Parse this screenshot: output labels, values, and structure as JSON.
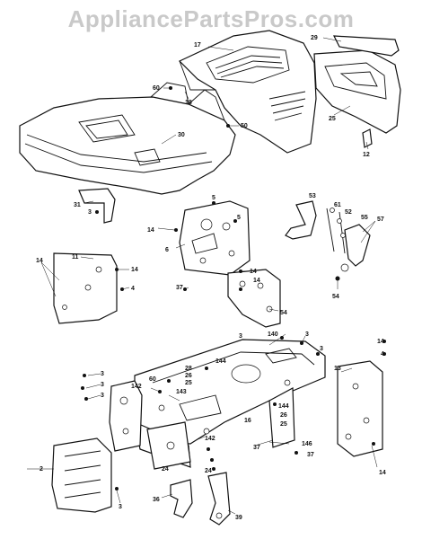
{
  "watermark": "AppliancePartsPros.com",
  "callouts": [
    {
      "id": "c17",
      "text": "17"
    },
    {
      "id": "c29",
      "text": "29"
    },
    {
      "id": "c60",
      "text": "60"
    },
    {
      "id": "c18",
      "text": "18"
    },
    {
      "id": "c25",
      "text": "25"
    },
    {
      "id": "c50",
      "text": "50"
    },
    {
      "id": "c30",
      "text": "30"
    },
    {
      "id": "c12",
      "text": "12"
    },
    {
      "id": "c31",
      "text": "31"
    },
    {
      "id": "c3a",
      "text": "3"
    },
    {
      "id": "c5a",
      "text": "5"
    },
    {
      "id": "c14a",
      "text": "14"
    },
    {
      "id": "c5b",
      "text": "5"
    },
    {
      "id": "c6",
      "text": "6"
    },
    {
      "id": "c53",
      "text": "53"
    },
    {
      "id": "c61",
      "text": "61"
    },
    {
      "id": "c52",
      "text": "52"
    },
    {
      "id": "c55",
      "text": "55"
    },
    {
      "id": "c57",
      "text": "57"
    },
    {
      "id": "c14b",
      "text": "14"
    },
    {
      "id": "c11",
      "text": "11"
    },
    {
      "id": "c14c",
      "text": "14"
    },
    {
      "id": "c4a",
      "text": "4"
    },
    {
      "id": "c37a",
      "text": "37"
    },
    {
      "id": "c14d",
      "text": "14"
    },
    {
      "id": "c14e",
      "text": "14"
    },
    {
      "id": "c54a",
      "text": "54"
    },
    {
      "id": "c54b",
      "text": "54"
    },
    {
      "id": "c140",
      "text": "140"
    },
    {
      "id": "c3b",
      "text": "3"
    },
    {
      "id": "c3c",
      "text": "3"
    },
    {
      "id": "c3d",
      "text": "3"
    },
    {
      "id": "c144a",
      "text": "144"
    },
    {
      "id": "c28",
      "text": "28"
    },
    {
      "id": "c26a",
      "text": "26"
    },
    {
      "id": "c25b",
      "text": "25"
    },
    {
      "id": "c14f",
      "text": "14"
    },
    {
      "id": "c4b",
      "text": "4"
    },
    {
      "id": "c13",
      "text": "13"
    },
    {
      "id": "c3e",
      "text": "3"
    },
    {
      "id": "c3f",
      "text": "3"
    },
    {
      "id": "c142a",
      "text": "142"
    },
    {
      "id": "c3g",
      "text": "3"
    },
    {
      "id": "c60b",
      "text": "60"
    },
    {
      "id": "c143",
      "text": "143"
    },
    {
      "id": "c144b",
      "text": "144"
    },
    {
      "id": "c26b",
      "text": "26"
    },
    {
      "id": "c25c",
      "text": "25"
    },
    {
      "id": "c16",
      "text": "16"
    },
    {
      "id": "c142b",
      "text": "142"
    },
    {
      "id": "c24a",
      "text": "24"
    },
    {
      "id": "c37b",
      "text": "37"
    },
    {
      "id": "c146",
      "text": "146"
    },
    {
      "id": "c37c",
      "text": "37"
    },
    {
      "id": "c24b",
      "text": "24"
    },
    {
      "id": "c2",
      "text": "2"
    },
    {
      "id": "c3h",
      "text": "3"
    },
    {
      "id": "c14g",
      "text": "14"
    },
    {
      "id": "c36",
      "text": "36"
    },
    {
      "id": "c39",
      "text": "39"
    }
  ]
}
